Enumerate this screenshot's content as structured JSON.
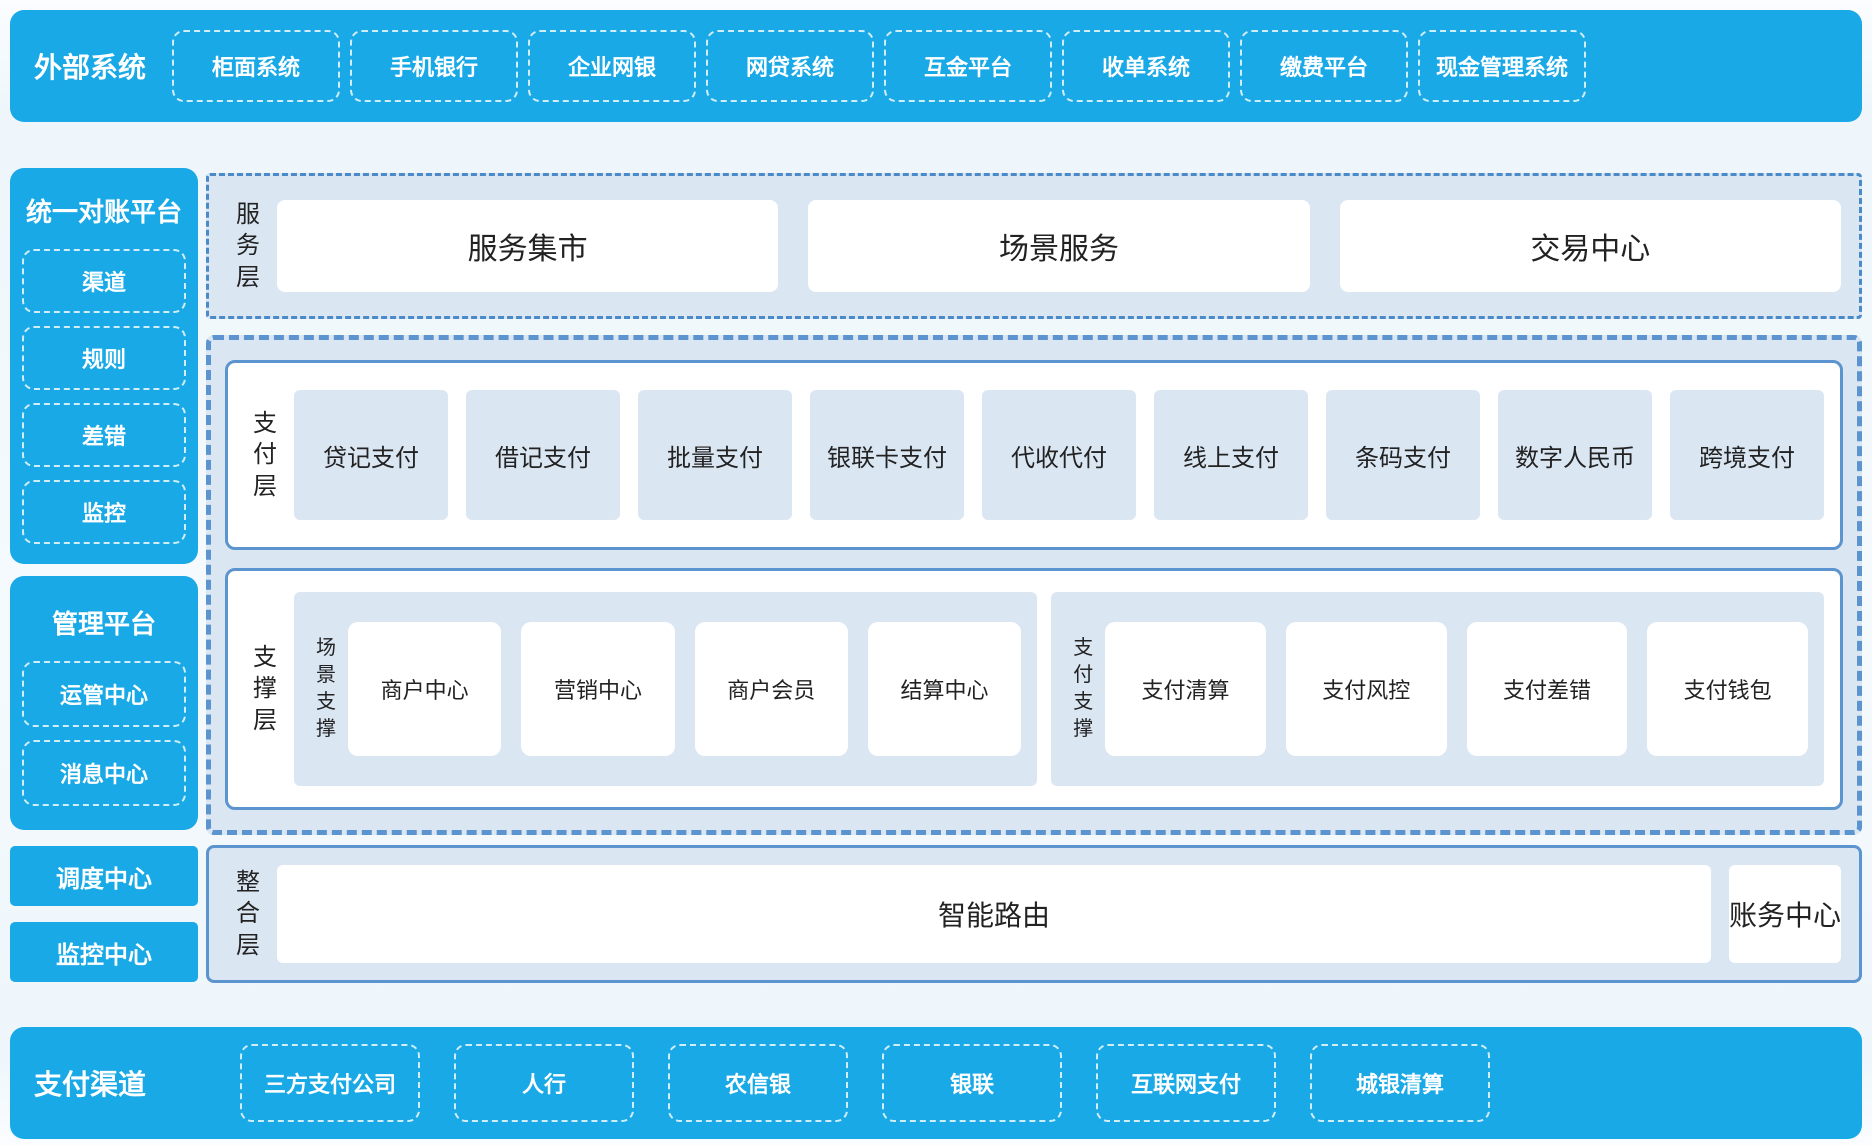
{
  "colors": {
    "cyan": "#18a9e6",
    "light_panel": "#dbe6f3",
    "solid_border": "#5b94cf",
    "dashdot_border": "#4a8ac8",
    "dark_text": "#222222",
    "white": "#ffffff"
  },
  "top_bar": {
    "title": "外部系统",
    "items": [
      "柜面系统",
      "手机银行",
      "企业网银",
      "网贷系统",
      "互金平台",
      "收单系统",
      "缴费平台",
      "现金管理系统"
    ]
  },
  "sidebar": {
    "recon_platform": {
      "title": "统一对账平台",
      "items": [
        "渠道",
        "规则",
        "差错",
        "监控"
      ]
    },
    "mgmt_platform": {
      "title": "管理平台",
      "items": [
        "运管中心",
        "消息中心"
      ]
    },
    "standalone": [
      "调度中心",
      "监控中心"
    ]
  },
  "service_layer": {
    "label": "服务层",
    "items": [
      "服务集市",
      "场景服务",
      "交易中心"
    ]
  },
  "payment_layer": {
    "label": "支付层",
    "items": [
      "贷记支付",
      "借记支付",
      "批量支付",
      "银联卡支付",
      "代收代付",
      "线上支付",
      "条码支付",
      "数字人民币",
      "跨境支付"
    ]
  },
  "support_layer": {
    "label": "支撑层",
    "groups": [
      {
        "label": "场景支撑",
        "items": [
          "商户中心",
          "营销中心",
          "商户会员",
          "结算中心"
        ]
      },
      {
        "label": "支付支撑",
        "items": [
          "支付清算",
          "支付风控",
          "支付差错",
          "支付钱包"
        ]
      }
    ]
  },
  "integration_layer": {
    "label": "整合层",
    "items": [
      "智能路由",
      "账务中心"
    ]
  },
  "bottom_bar": {
    "title": "支付渠道",
    "items": [
      "三方支付公司",
      "人行",
      "农信银",
      "银联",
      "互联网支付",
      "城银清算"
    ]
  }
}
